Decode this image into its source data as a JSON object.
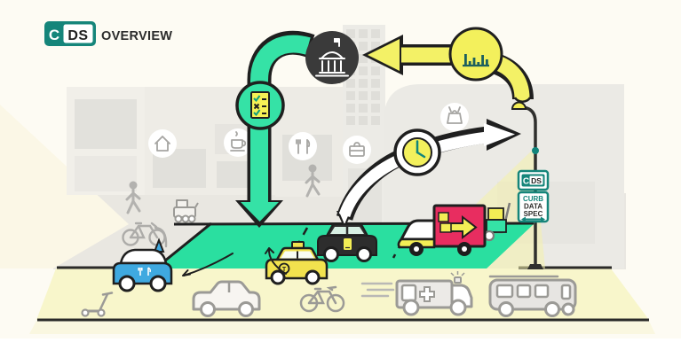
{
  "title": {
    "logo_c": "C",
    "logo_ds": "DS",
    "label": "OVERVIEW"
  },
  "street_sign": {
    "logo_c": "C",
    "logo_ds": "DS",
    "line1": "CURB",
    "line2": "DATA",
    "line3": "SPEC"
  },
  "taxi_badge": "T",
  "flows": [
    {
      "id": "policies",
      "color": "#35e2a6",
      "from": "city-government",
      "to": "curb-zone",
      "badge": "checklist-icon"
    },
    {
      "id": "curb-data",
      "color": "#f3f166",
      "from": "smart-streetlight",
      "to": "city-government",
      "badge": "bar-chart-icon"
    },
    {
      "id": "curb-activity",
      "color": "#ffffff",
      "from": "curb-zone",
      "to": "smart-streetlight",
      "badge": "clock-icon"
    }
  ],
  "icons": {
    "government": "capitol-building",
    "policy": "checklist-document",
    "data": "bar-chart",
    "activity": "clock",
    "storefronts": [
      "home",
      "coffee",
      "restaurant",
      "briefcase",
      "gift-bag"
    ]
  },
  "scene": {
    "vehicles": [
      "food-delivery-car",
      "kick-scooter",
      "car",
      "taxi",
      "ride-hail-car",
      "bicycle",
      "delivery-truck",
      "hand-truck",
      "ambulance",
      "bus",
      "delivery-robot",
      "parked-bicycle"
    ],
    "pedestrians": 2
  },
  "colors": {
    "brand_teal": "#15857a",
    "mint": "#35e2a6",
    "yellow": "#f3f166",
    "street_yellow": "#f8f6cb",
    "pink": "#e82d60",
    "blue": "#3fa9e0",
    "dark": "#1f1f1f"
  }
}
